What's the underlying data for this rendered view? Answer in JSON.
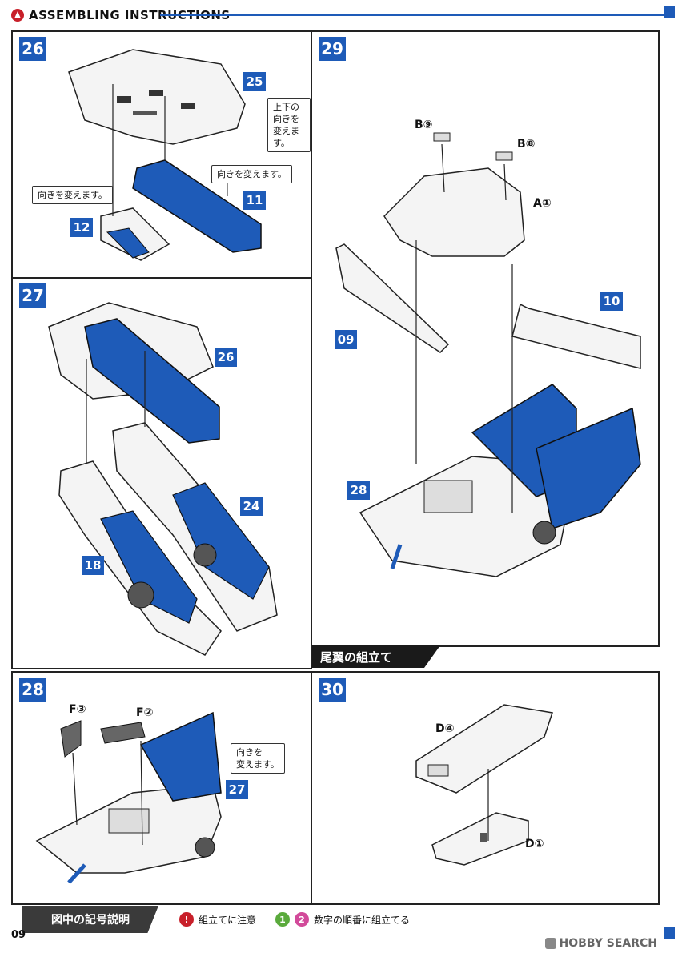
{
  "header": {
    "title": "ASSEMBLING INSTRUCTIONS"
  },
  "steps": {
    "s26": {
      "number": "26",
      "parts": {
        "p25": "25",
        "p11": "11",
        "p12": "12"
      },
      "callouts": {
        "c1_line1": "上下の向きを",
        "c1_line2": "変えます。",
        "c2": "向きを変えます。",
        "c3": "向きを変えます。"
      }
    },
    "s27": {
      "number": "27",
      "parts": {
        "p26": "26",
        "p24": "24",
        "p18": "18"
      }
    },
    "s28": {
      "number": "28",
      "parts": {
        "f3": "F③",
        "f2": "F②",
        "p27": "27"
      },
      "callouts": {
        "c1_line1": "向きを",
        "c1_line2": "変えます。"
      }
    },
    "s29": {
      "number": "29",
      "parts": {
        "b9": "B⑨",
        "b8": "B⑧",
        "a1": "A①",
        "p10": "10",
        "p09": "09",
        "p28": "28"
      }
    },
    "s30": {
      "number": "30",
      "parts": {
        "d4": "D④",
        "d1": "D①"
      }
    }
  },
  "section": {
    "title": "尾翼の組立て"
  },
  "legend": {
    "title": "図中の記号説明",
    "caution_icon": "!",
    "caution_text": "組立てに注意",
    "order_icon_1": "1",
    "order_icon_2": "2",
    "order_text": "数字の順番に組立てる"
  },
  "footer": {
    "page": "09",
    "watermark": "HOBBY SEARCH"
  },
  "colors": {
    "accent": "#1e5bb8",
    "caution": "#c8202a",
    "order1": "#5aaa3c",
    "order2": "#d24a9a"
  }
}
